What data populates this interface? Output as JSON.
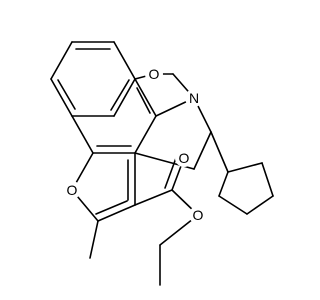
{
  "molecule": {
    "atoms": {
      "ring_oxygen": "O",
      "ring_nitrogen": "N",
      "furan_oxygen": "O",
      "carbonyl_oxygen": "O",
      "ester_oxygen": "O"
    }
  },
  "colors": {
    "bond": "#000000",
    "background": "#ffffff"
  }
}
